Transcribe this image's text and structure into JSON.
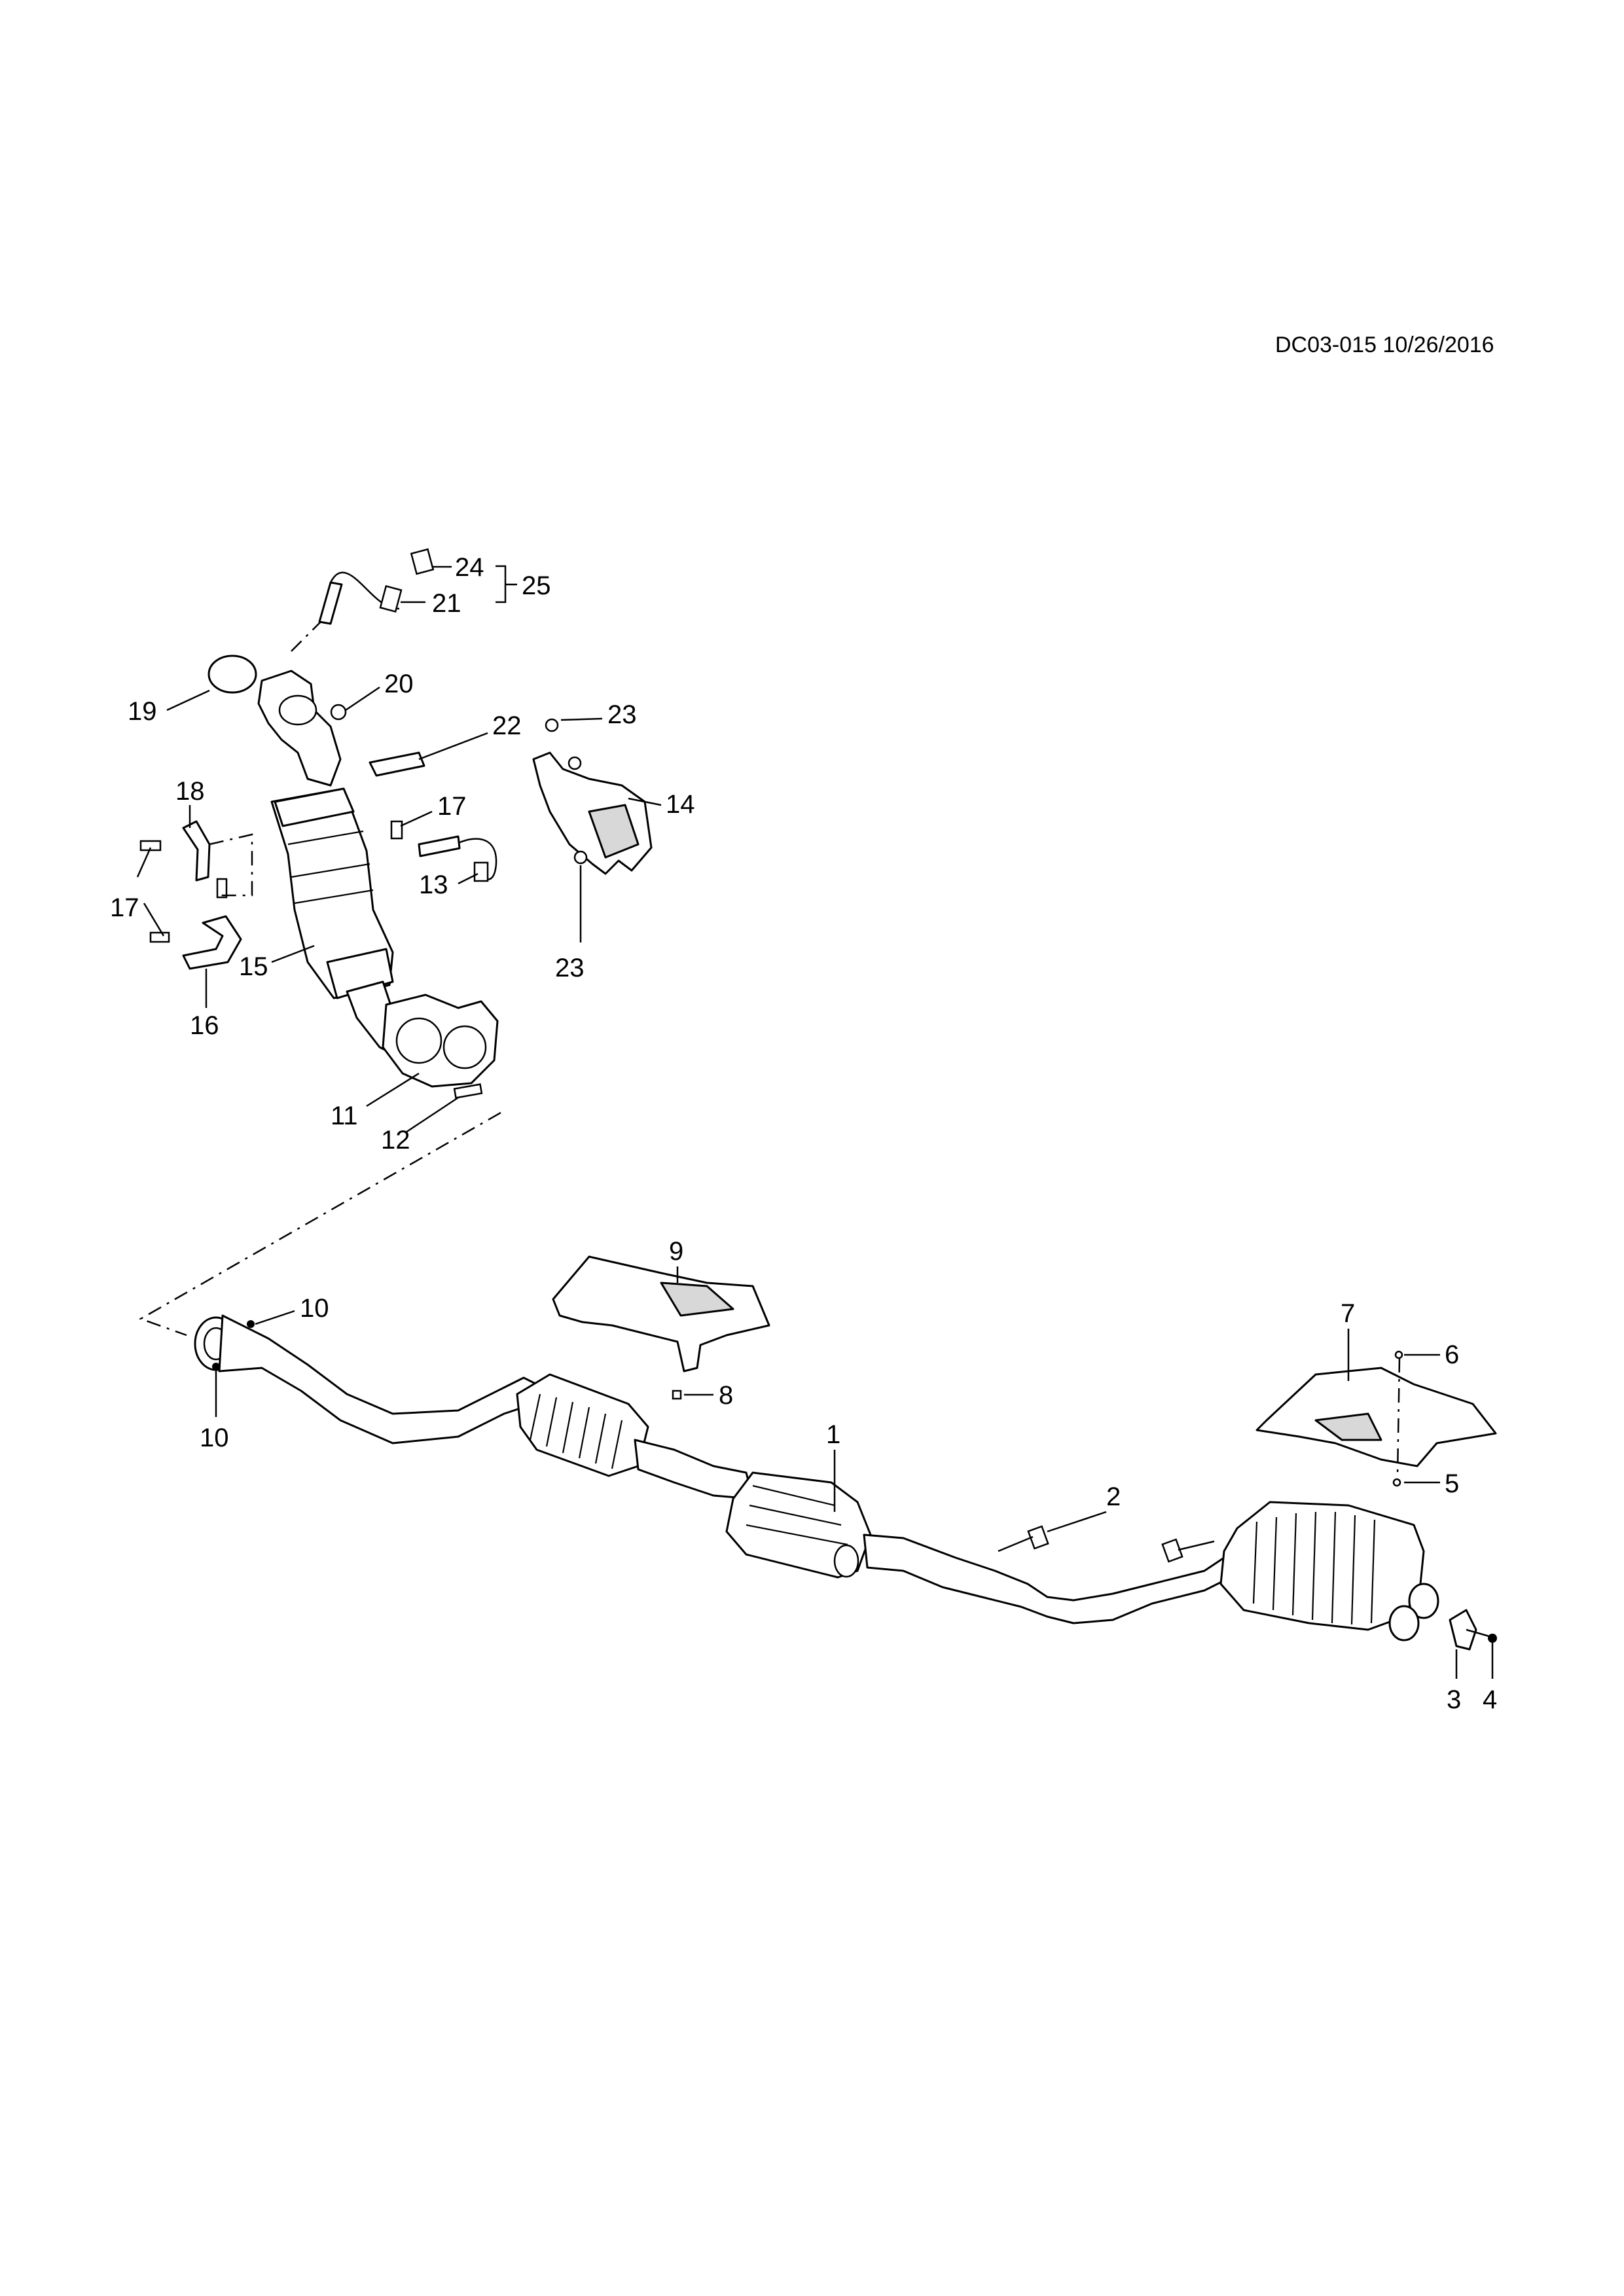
{
  "document": {
    "id_and_date": "DC03-015 10/26/2016"
  },
  "callouts": {
    "c1": "1",
    "c2": "2",
    "c3": "3",
    "c4": "4",
    "c5": "5",
    "c6": "6",
    "c7": "7",
    "c8": "8",
    "c9": "9",
    "c10a": "10",
    "c10b": "10",
    "c11": "11",
    "c12": "12",
    "c13": "13",
    "c14": "14",
    "c15": "15",
    "c16": "16",
    "c17a": "17",
    "c17b": "17",
    "c18": "18",
    "c19": "19",
    "c20": "20",
    "c21": "21",
    "c22": "22",
    "c23a": "23",
    "c23b": "23",
    "c24": "24",
    "c25": "25"
  }
}
